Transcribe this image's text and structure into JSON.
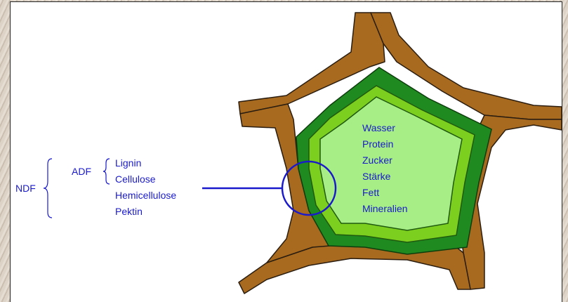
{
  "colors": {
    "wall": "#a86a1f",
    "wall_outline": "#2a1d10",
    "dark_green": "#1f8a1f",
    "mid_green": "#7ccf1e",
    "light_green": "#a6ee85",
    "label_blue": "#1a1acc",
    "highlight_circle": "#1a1acc"
  },
  "fiber_labels": {
    "ndf": "NDF",
    "adf": "ADF",
    "lignin": "Lignin",
    "cellulose": "Cellulose",
    "hemicellulose": "Hemicellulose",
    "pectin": "Pektin"
  },
  "cell_contents": [
    "Wasser",
    "Protein",
    "Zucker",
    "Stärke",
    "Fett",
    "Mineralien"
  ]
}
